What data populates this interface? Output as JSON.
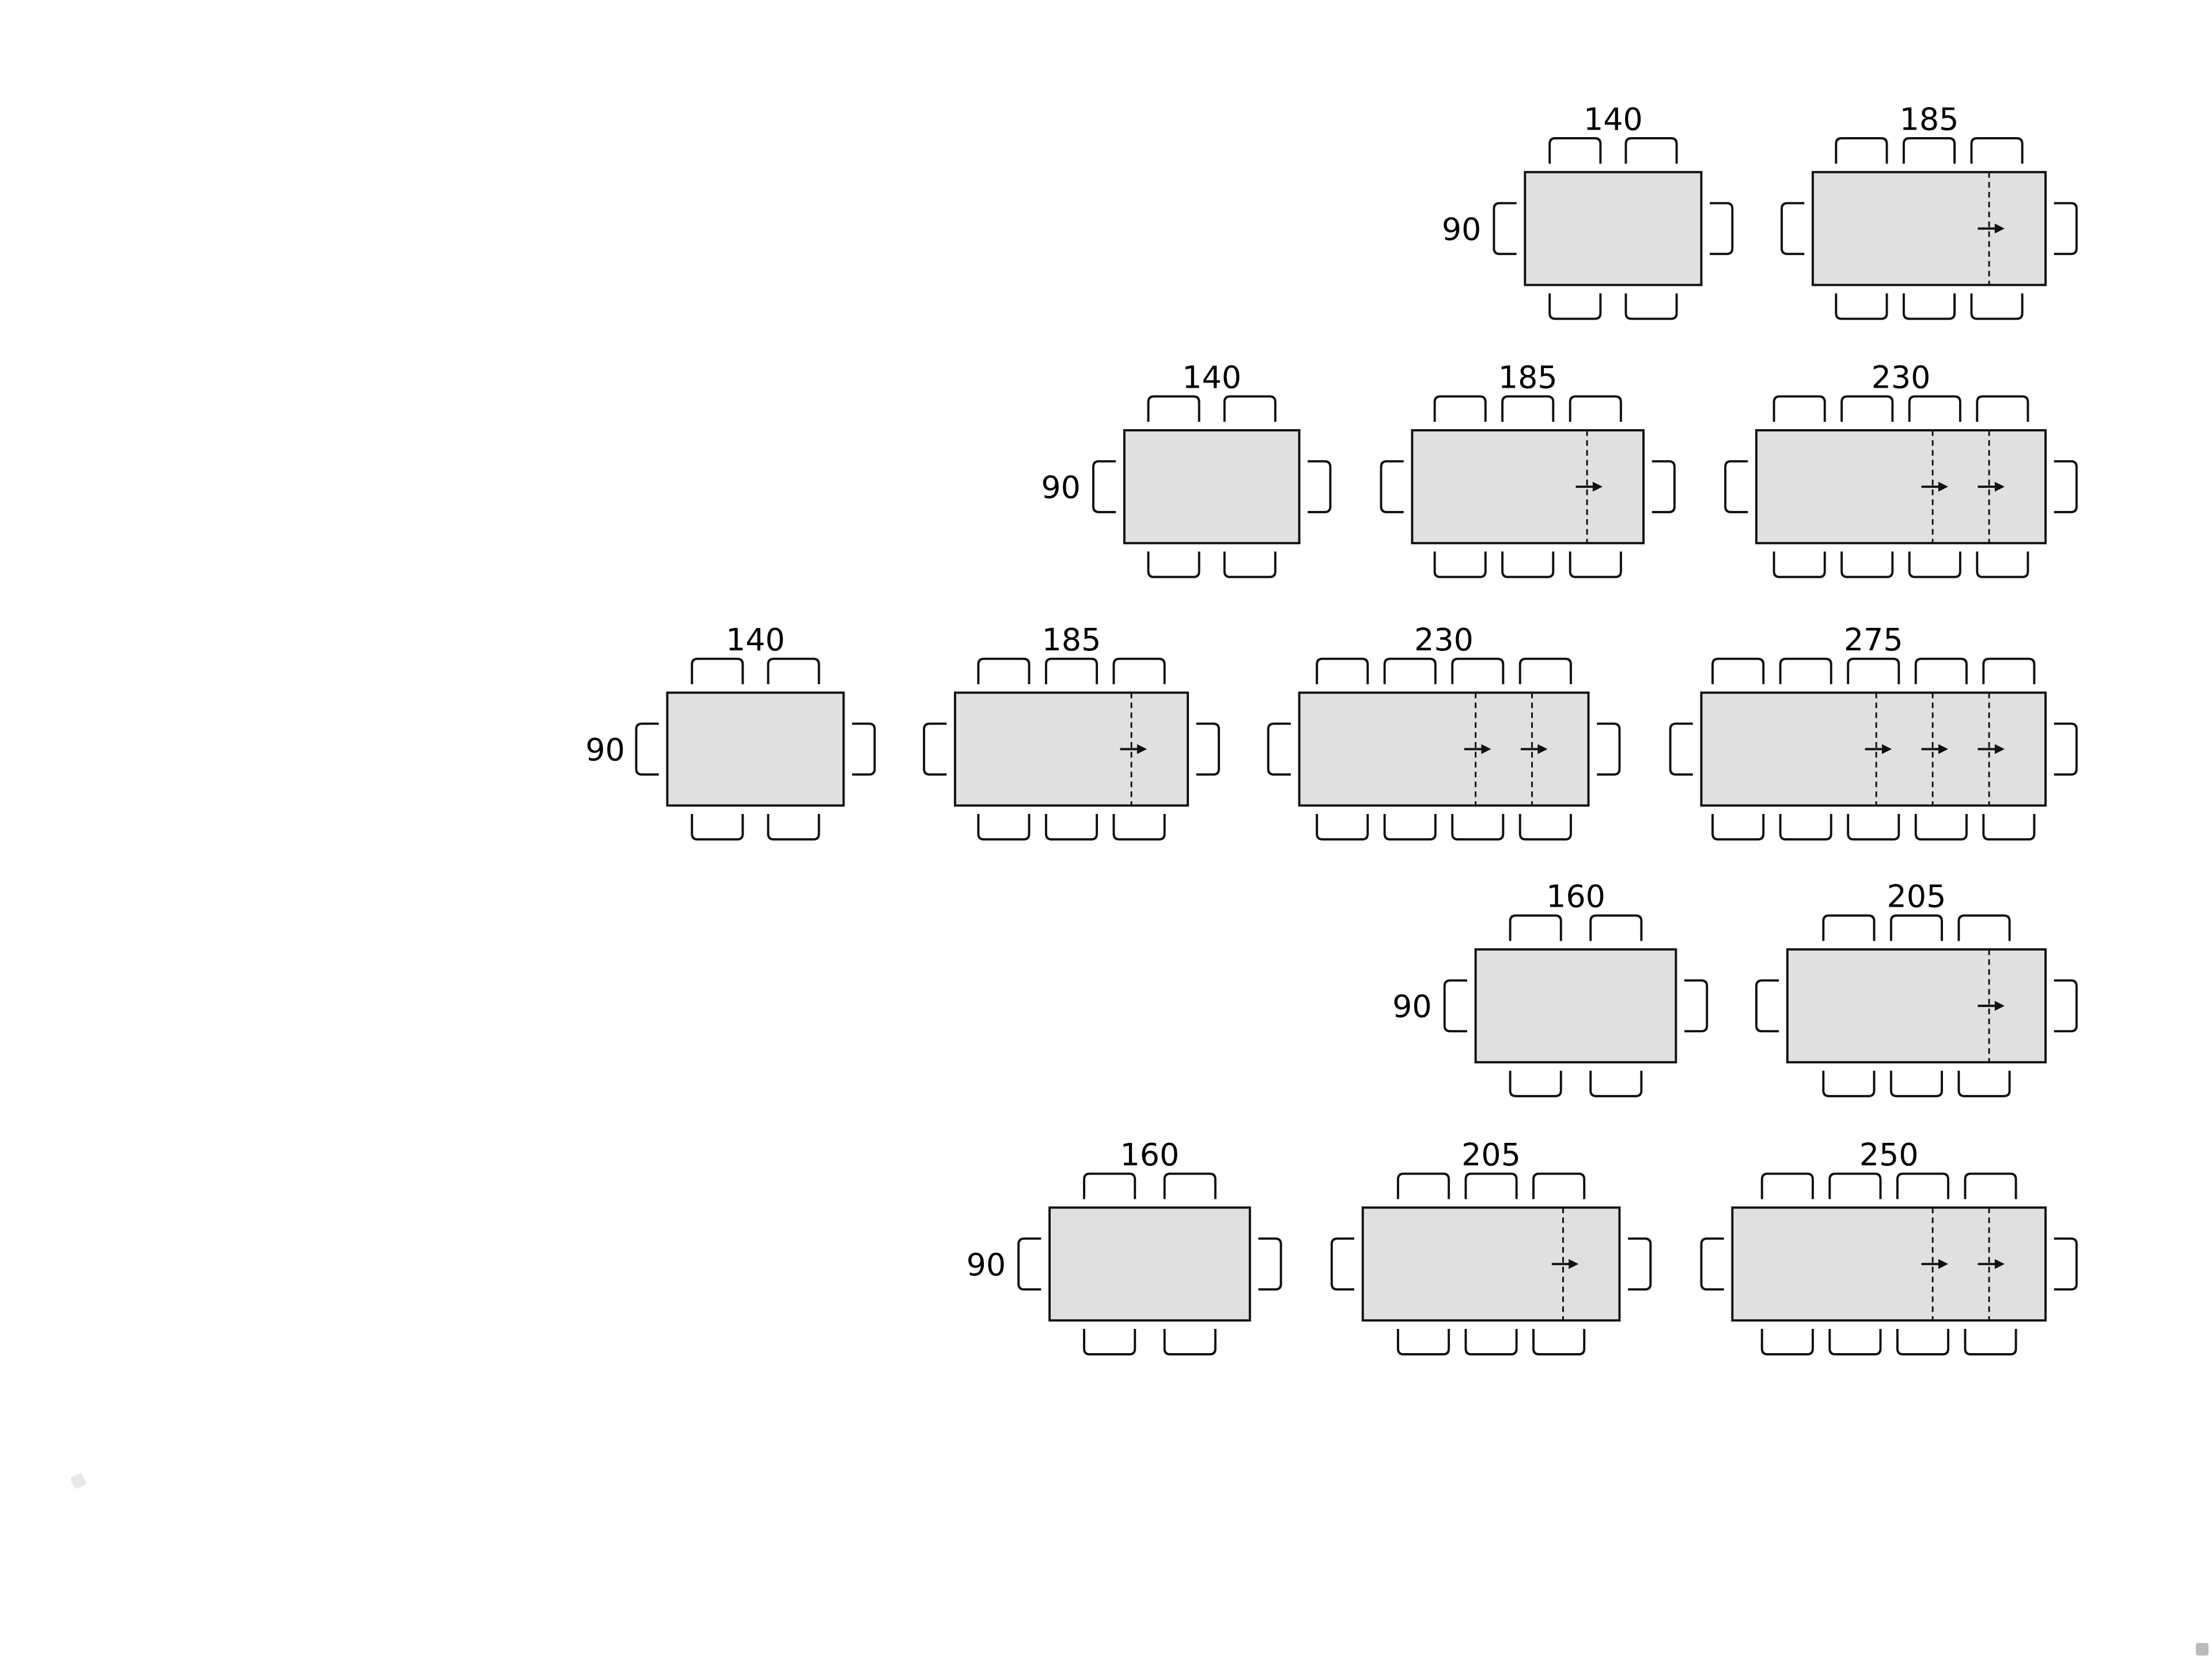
{
  "diagram": {
    "rows": [
      {
        "width_label": "90",
        "tables": [
          {
            "length_label": "140",
            "extensions": 0,
            "seats_per_side": 2
          },
          {
            "length_label": "185",
            "extensions": 1,
            "seats_per_side": 3
          }
        ]
      },
      {
        "width_label": "90",
        "tables": [
          {
            "length_label": "140",
            "extensions": 0,
            "seats_per_side": 2
          },
          {
            "length_label": "185",
            "extensions": 1,
            "seats_per_side": 3
          },
          {
            "length_label": "230",
            "extensions": 2,
            "seats_per_side": 4
          }
        ]
      },
      {
        "width_label": "90",
        "tables": [
          {
            "length_label": "140",
            "extensions": 0,
            "seats_per_side": 2
          },
          {
            "length_label": "185",
            "extensions": 1,
            "seats_per_side": 3
          },
          {
            "length_label": "230",
            "extensions": 2,
            "seats_per_side": 4
          },
          {
            "length_label": "275",
            "extensions": 3,
            "seats_per_side": 5
          }
        ]
      },
      {
        "width_label": "90",
        "tables": [
          {
            "length_label": "160",
            "extensions": 0,
            "seats_per_side": 2
          },
          {
            "length_label": "205",
            "extensions": 1,
            "seats_per_side": 3
          }
        ]
      },
      {
        "width_label": "90",
        "tables": [
          {
            "length_label": "160",
            "extensions": 0,
            "seats_per_side": 2
          },
          {
            "length_label": "205",
            "extensions": 1,
            "seats_per_side": 3
          },
          {
            "length_label": "250",
            "extensions": 2,
            "seats_per_side": 4
          }
        ]
      }
    ],
    "colors": {
      "table_fill": "#e0e0e0",
      "stroke": "#111111"
    }
  }
}
